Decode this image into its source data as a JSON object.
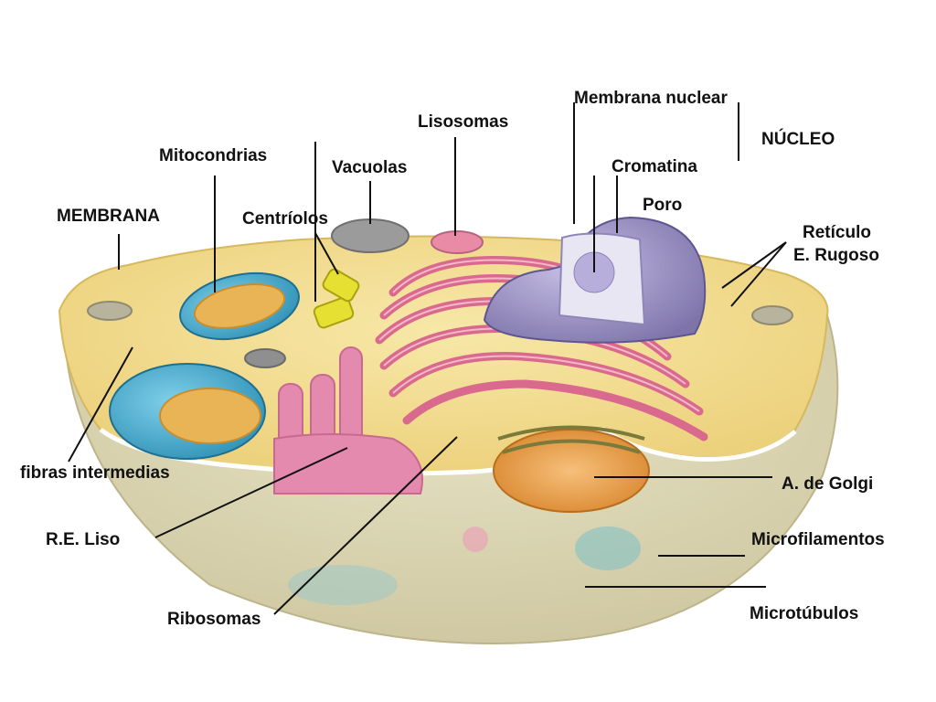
{
  "labels": {
    "membrana_nuclear": "Membrana nuclear",
    "nucleo": "NÚCLEO",
    "lisosomas": "Lisosomas",
    "mitocondrias": "Mitocondrias",
    "vacuolas": "Vacuolas",
    "cromatina": "Cromatina",
    "poro": "Poro",
    "membrana": "MEMBRANA",
    "centriolos": "Centríolos",
    "reticulo_1": "Retículo",
    "reticulo_2": "E. Rugoso",
    "fibras_intermedias": "fibras intermedias",
    "golgi": "A. de Golgi",
    "re_liso": "R.E. Liso",
    "microfilamentos": "Microfilamentos",
    "microtubulos": "Microtúbulos",
    "ribosomas": "Ribosomas"
  },
  "colors": {
    "cytoplasm": "#f2dc8e",
    "cell_base": "#dcd6b4",
    "er_rough": "#e07a9a",
    "nucleus": "#8f86b8",
    "mitochondria": "#3aa7c9",
    "golgi": "#e8a24a",
    "centrioles": "#e6e032"
  }
}
